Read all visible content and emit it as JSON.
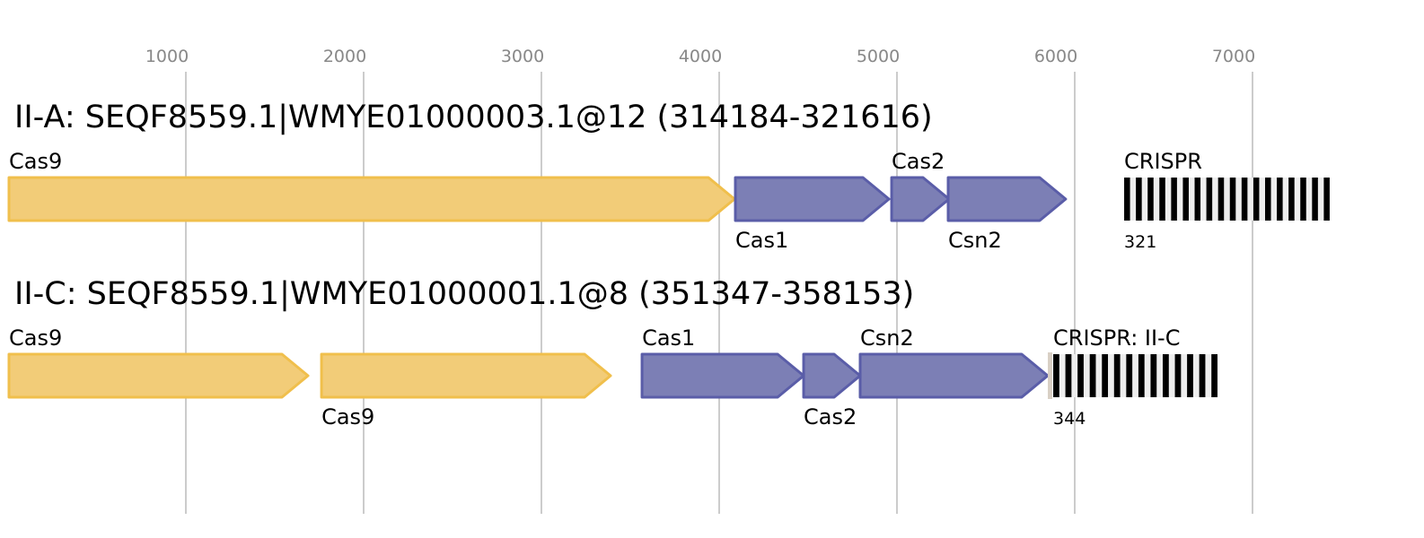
{
  "axis": {
    "ticks": [
      1000,
      2000,
      3000,
      4000,
      5000,
      6000,
      7000
    ]
  },
  "colors": {
    "cas9_fill": "#f2cc78",
    "cas9_stroke": "#f0bf4c",
    "other_fill": "#7c7fb5",
    "other_stroke": "#5a5da8",
    "grid": "#bbbbbb",
    "tick_text": "#888888",
    "leader": "#d8cfc4"
  },
  "loci": [
    {
      "title": "II-A: SEQF8559.1|WMYE01000003.1@12 (314184-321616)",
      "genes": [
        {
          "name": "Cas9",
          "start": 5,
          "end": 4086,
          "type": "cas9",
          "label_pos": "above"
        },
        {
          "name": "Cas1",
          "start": 4091,
          "end": 4955,
          "type": "other",
          "label_pos": "below"
        },
        {
          "name": "Cas2",
          "start": 4970,
          "end": 5293,
          "type": "other",
          "label_pos": "above"
        },
        {
          "name": "Csn2",
          "start": 5288,
          "end": 5949,
          "type": "other",
          "label_pos": "below"
        }
      ],
      "crispr": {
        "label": "CRISPR",
        "count": "321",
        "start": 6278,
        "end": 7434,
        "repeats": 18,
        "leader": false
      }
    },
    {
      "title": "II-C: SEQF8559.1|WMYE01000001.1@8 (351347-358153)",
      "genes": [
        {
          "name": "Cas9",
          "start": 5,
          "end": 1687,
          "type": "cas9",
          "label_pos": "above"
        },
        {
          "name": "Cas9",
          "start": 1763,
          "end": 3389,
          "type": "cas9",
          "label_pos": "below"
        },
        {
          "name": "Cas1",
          "start": 3566,
          "end": 4475,
          "type": "other",
          "label_pos": "above"
        },
        {
          "name": "Cas2",
          "start": 4475,
          "end": 4793,
          "type": "other",
          "label_pos": "below"
        },
        {
          "name": "Csn2",
          "start": 4793,
          "end": 5848,
          "type": "other",
          "label_pos": "above"
        }
      ],
      "crispr": {
        "label": "CRISPR: II-C",
        "count": "344",
        "start": 5879,
        "end": 6803,
        "repeats": 14,
        "leader": true
      }
    }
  ]
}
